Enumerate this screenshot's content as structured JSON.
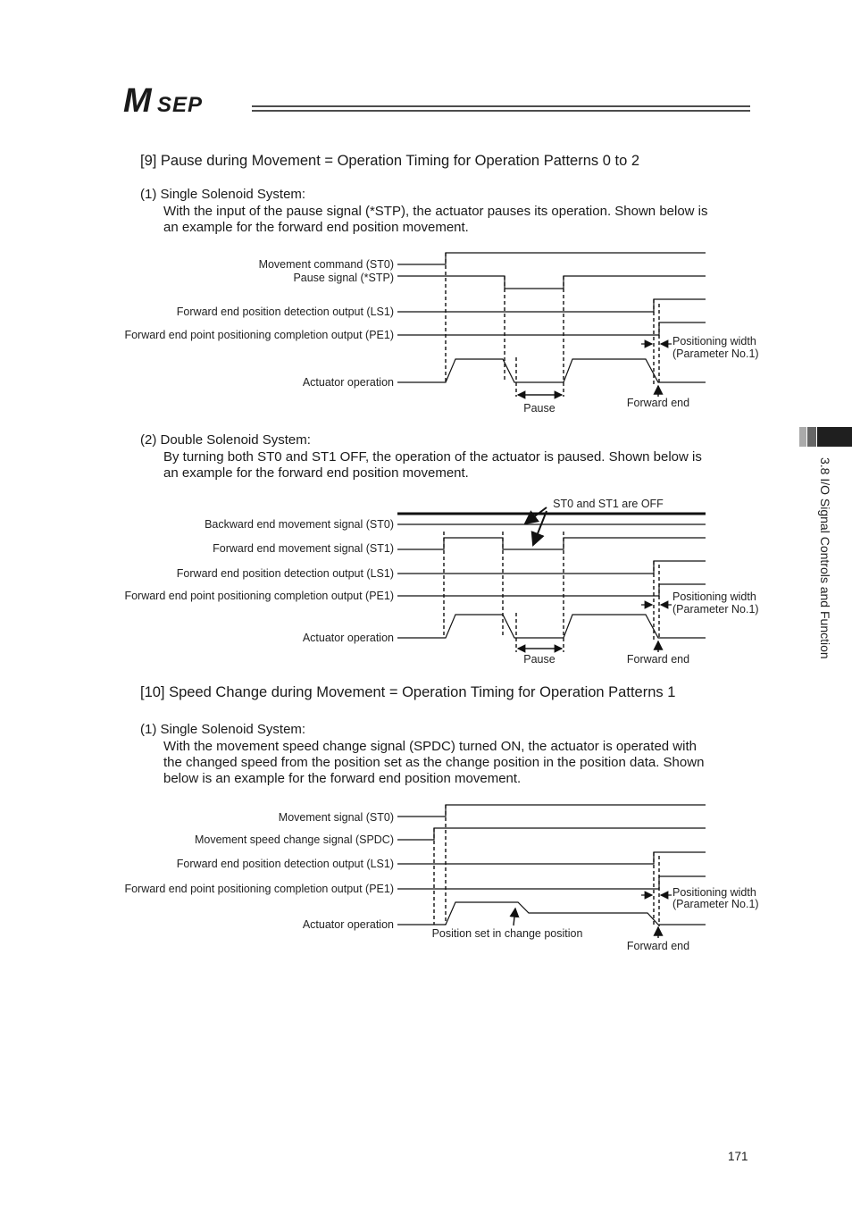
{
  "header": {
    "logo_text": "MSEP"
  },
  "section9": {
    "heading": "[9]  Pause during Movement = Operation Timing for Operation Patterns 0 to 2",
    "sub1": {
      "title": "(1)  Single Solenoid System:",
      "body_line1": "With the input of the pause signal (*STP), the actuator pauses its operation. Shown below is",
      "body_line2": "an example for the forward end position movement."
    },
    "diagram1": {
      "labels": [
        "Movement command (ST0)",
        "Pause signal (*STP)",
        "Forward end position detection output (LS1)",
        "Forward end point positioning completion output (PE1)",
        "Actuator operation"
      ],
      "pause_label": "Pause",
      "forward_end_label": "Forward end",
      "pos_width_line1": "Positioning width",
      "pos_width_line2": "(Parameter No.1)"
    },
    "sub2": {
      "title": "(2)  Double Solenoid System:",
      "body_line1": "By turning both ST0 and ST1 OFF, the operation of the actuator is paused. Shown below is",
      "body_line2": "an example for the forward end position movement."
    },
    "diagram2": {
      "labels": [
        "Backward end movement signal (ST0)",
        "Forward end movement signal (ST1)",
        "Forward end position detection output (LS1)",
        "Forward end point positioning completion output (PE1)",
        "Actuator operation"
      ],
      "off_note": "ST0 and ST1 are OFF",
      "pause_label": "Pause",
      "forward_end_label": "Forward end",
      "pos_width_line1": "Positioning width",
      "pos_width_line2": "(Parameter No.1)"
    }
  },
  "section10": {
    "heading": "[10] Speed Change during Movement = Operation Timing for Operation Patterns 1",
    "sub1": {
      "title": "(1)  Single Solenoid System:",
      "body_line1": "With the movement speed change signal (SPDC) turned ON, the actuator is operated with",
      "body_line2": "the changed speed from the position set as the change position in the position data. Shown",
      "body_line3": "below is an example for the forward end position movement."
    },
    "diagram3": {
      "labels": [
        "Movement signal (ST0)",
        "Movement speed change signal (SPDC)",
        "Forward end position detection output (LS1)",
        "Forward end point positioning completion output (PE1)",
        "Actuator operation"
      ],
      "change_pos_label": "Position set in change position",
      "forward_end_label": "Forward end",
      "pos_width_line1": "Positioning width",
      "pos_width_line2": "(Parameter No.1)"
    }
  },
  "sidebar": {
    "section_label": "3.8 I/O Signal Controls and Function"
  },
  "footer": {
    "page_number": "171"
  }
}
